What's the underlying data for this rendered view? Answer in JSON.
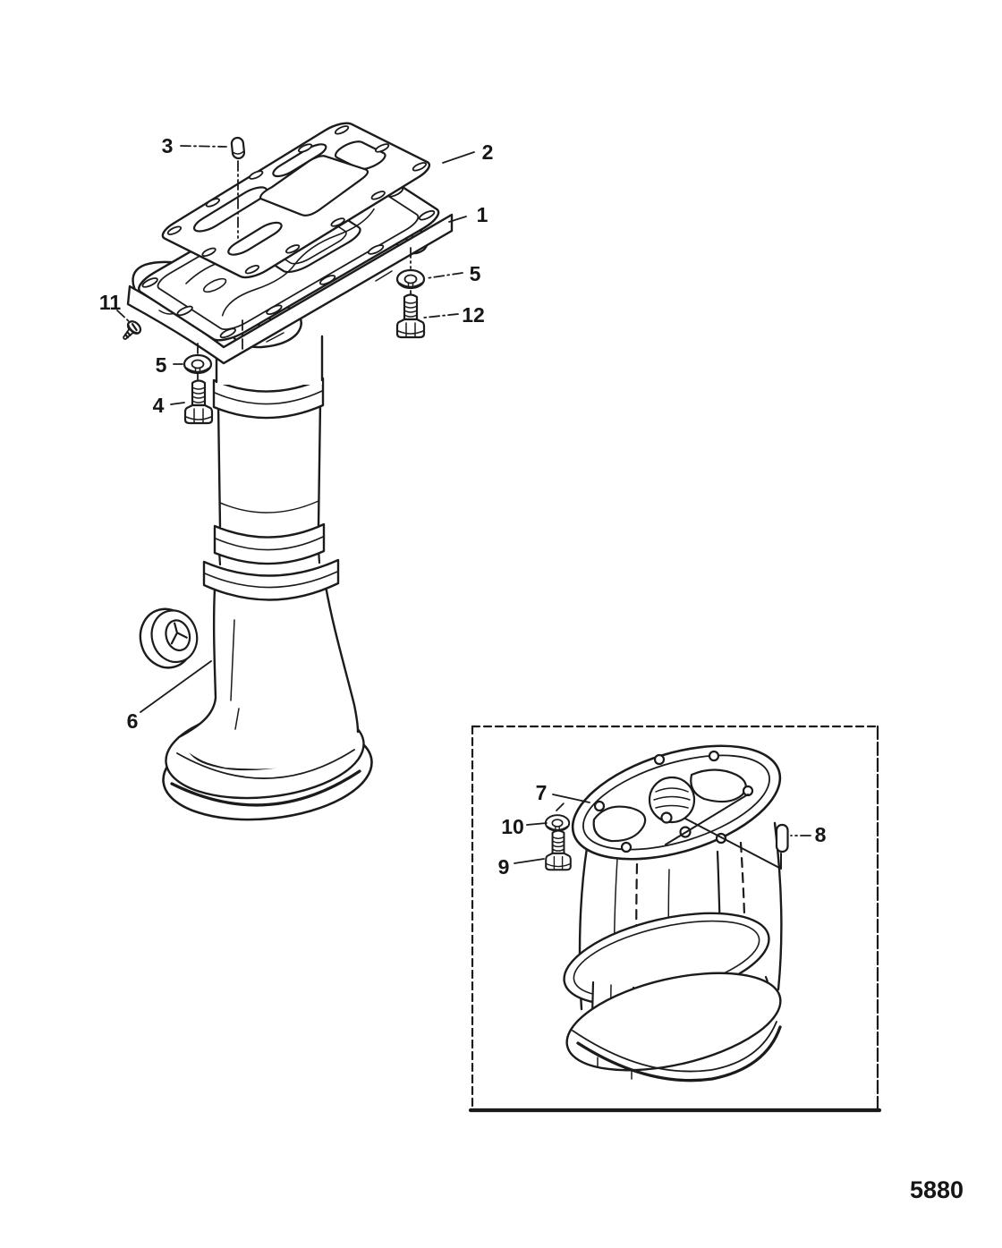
{
  "figure": {
    "number": "5880"
  },
  "colors": {
    "ink": "#1b1b1b",
    "background": "#ffffff"
  },
  "callouts": [
    {
      "part": "dowel-pin-top",
      "label": "3"
    },
    {
      "part": "gasket",
      "label": "2"
    },
    {
      "part": "adapter-plate",
      "label": "1"
    },
    {
      "part": "washer-right",
      "label": "5"
    },
    {
      "part": "bolt-right",
      "label": "12"
    },
    {
      "part": "screw-left",
      "label": "11"
    },
    {
      "part": "washer-left",
      "label": "5"
    },
    {
      "part": "bolt-left",
      "label": "4"
    },
    {
      "part": "grommet",
      "label": "6"
    },
    {
      "part": "inset-housing",
      "label": "7"
    },
    {
      "part": "inset-washer",
      "label": "10"
    },
    {
      "part": "inset-bolt",
      "label": "9"
    },
    {
      "part": "inset-dowel-pin",
      "label": "8"
    }
  ]
}
